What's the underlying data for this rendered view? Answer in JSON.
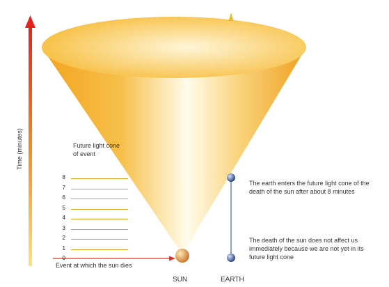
{
  "axis": {
    "label": "Time (minutes)",
    "ticks": [
      "0",
      "1",
      "2",
      "3",
      "4",
      "5",
      "6",
      "7",
      "8"
    ]
  },
  "labels": {
    "cone": "Future light cone of event",
    "event": "Event at which the sun dies",
    "sun": "SUN",
    "earth": "EARTH",
    "note_enter": "The earth enters the future light cone of the death of the sun after about 8 minutes",
    "note_no_effect": "The death of the sun does not affect us immediately because we are not yet in its future light cone"
  },
  "colors": {
    "time_arrow_top": "#e3231b",
    "time_arrow_bottom": "#f7c21a",
    "cone_edge": "#f0a020",
    "cone_center": "#fffbe8",
    "earth_line": "#5a7bbf",
    "earth_arrow": "#e8b830",
    "event_arrow": "#e03020"
  },
  "icons": {
    "sun": "sun-sphere-icon",
    "earth": "earth-sphere-icon"
  }
}
